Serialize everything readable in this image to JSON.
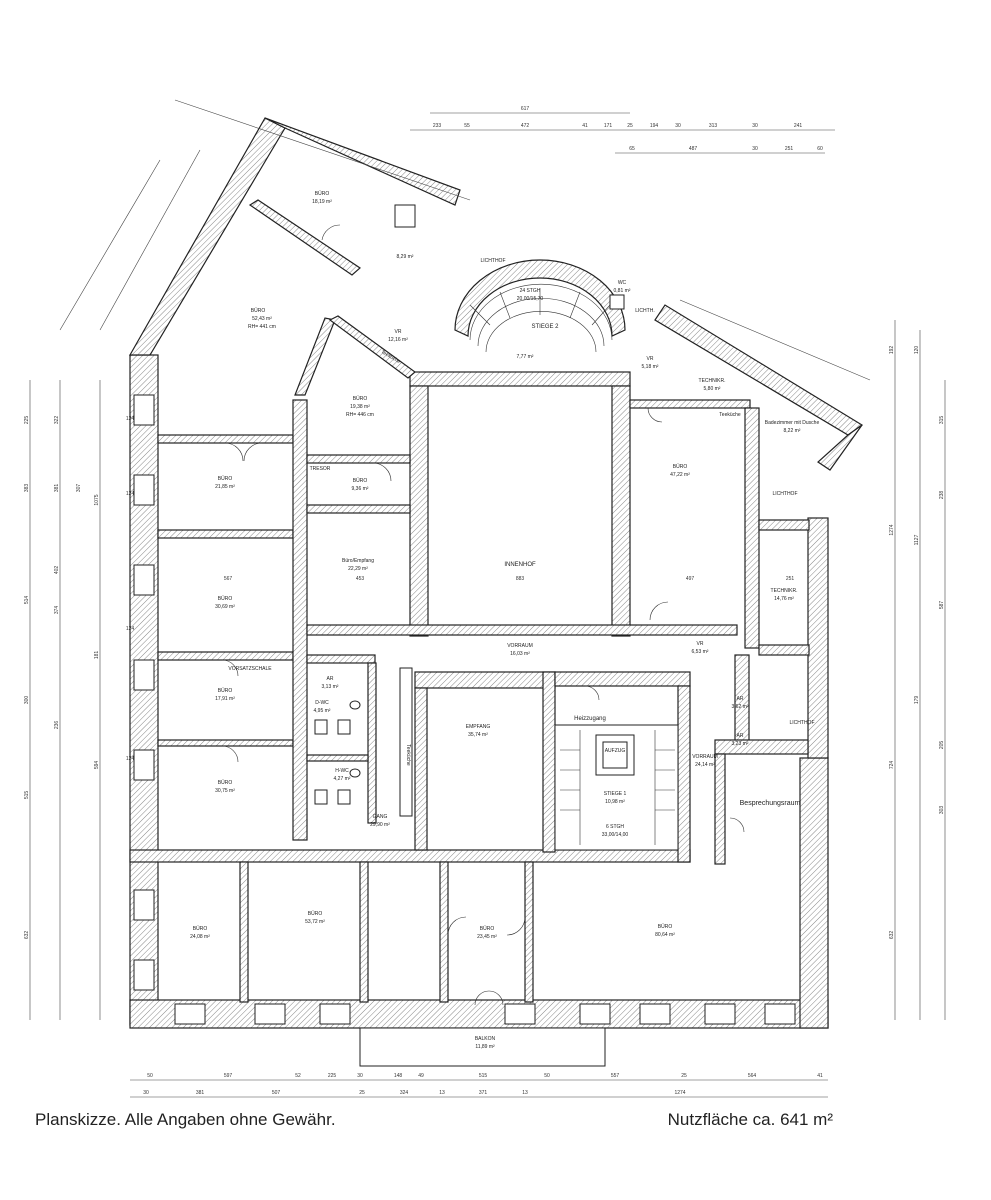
{
  "footer": {
    "disclaimer": "Planskizze. Alle Angaben ohne Gewähr.",
    "area": "Nutzfläche ca. 641 m²"
  },
  "rooms": {
    "buero_top": {
      "name": "BÜRO",
      "area": "18,19 m²"
    },
    "buero_diag": {
      "name": "BÜRO",
      "area": "52,43 m²",
      "note": "RH= 441 cm"
    },
    "dusche_small": {
      "name": "",
      "area": "8,29 m²"
    },
    "lichthof_top": {
      "name": "LICHTHOF"
    },
    "vr_top": {
      "name": "VR",
      "area": "12,16 m²"
    },
    "teekueche_top": {
      "name": "Teeküche"
    },
    "stiege2": {
      "name": "STIEGE 2"
    },
    "stiege2_steps": {
      "name": "24 STGH",
      "note": "20,00/15,70"
    },
    "stiege_landing": {
      "area": "7,77 m²"
    },
    "wc_top": {
      "name": "WC",
      "area": "0,81 m²"
    },
    "lichthof_right": {
      "name": "LICHTH."
    },
    "vr_right": {
      "name": "VR",
      "area": "5,18 m²"
    },
    "technikr_top": {
      "name": "TECHNIKR.",
      "area": "5,80 m²"
    },
    "teekueche_right": {
      "name": "Teeküche"
    },
    "bad_dusche": {
      "name": "Badezimmer mit Dusche",
      "area": "8,22 m²"
    },
    "buero_mid_top": {
      "name": "BÜRO",
      "area": "19,38 m²",
      "note": "RH= 446 cm"
    },
    "tresor": {
      "name": "TRESOR"
    },
    "buero_9": {
      "name": "BÜRO",
      "area": "9,36 m²"
    },
    "buero_21": {
      "name": "BÜRO",
      "area": "21,85 m²"
    },
    "buero_47": {
      "name": "BÜRO",
      "area": "47,22 m²"
    },
    "lichthof_r2": {
      "name": "LICHTHOF"
    },
    "empfang_small": {
      "name": "Büro/Empfang",
      "area": "22,29 m²"
    },
    "innenhof": {
      "name": "INNENHOF"
    },
    "technikr_mid": {
      "name": "TECHNIKR.",
      "area": "14,76 m²"
    },
    "buero_30a": {
      "name": "BÜRO",
      "area": "30,69 m²"
    },
    "vorraum_top": {
      "name": "VORRAUM",
      "area": "16,03 m²"
    },
    "vr_mid": {
      "name": "VR",
      "area": "6,53 m²"
    },
    "ar_left": {
      "name": "AR",
      "area": "3,13 m²"
    },
    "vorraum_label": {
      "name": "VORSATZSCHALE"
    },
    "dwc": {
      "name": "D-WC",
      "area": "4,95 m²"
    },
    "hwc": {
      "name": "H-WC",
      "area": "4,27 m²"
    },
    "buero_17": {
      "name": "BÜRO",
      "area": "17,91 m²"
    },
    "buero_30b": {
      "name": "BÜRO",
      "area": "30,75 m²"
    },
    "empfang": {
      "name": "EMPFANG",
      "area": "35,74 m²"
    },
    "teekueche_mid": {
      "name": "Teeküche"
    },
    "heizlift": {
      "name": "Heizzugang"
    },
    "aufzug": {
      "name": "AUFZUG"
    },
    "stiege1": {
      "name": "STIEGE 1",
      "area": "10,98 m²"
    },
    "stiege1_steps": {
      "name": "6 STGH",
      "note": "33,00/14,00"
    },
    "ar_a": {
      "name": "AR",
      "area": "3,62 m²"
    },
    "ar_b": {
      "name": "AR",
      "area": "3,23 m²"
    },
    "lichthof_r3": {
      "name": "LICHTHOF"
    },
    "vorraum_right": {
      "name": "VORRAUM",
      "area": "24,14 m²"
    },
    "besprechung": {
      "name": "Besprechungsraum"
    },
    "gang": {
      "name": "GANG",
      "area": "29,90 m²"
    },
    "buero_24": {
      "name": "BÜRO",
      "area": "24,08 m²"
    },
    "buero_53": {
      "name": "BÜRO",
      "area": "53,72 m²"
    },
    "buero_23": {
      "name": "BÜRO",
      "area": "23,45 m²"
    },
    "buero_80": {
      "name": "BÜRO",
      "area": "80,64 m²"
    },
    "balkon": {
      "name": "BALKON",
      "area": "11,89 m²"
    }
  },
  "dimensions": {
    "top_row1": [
      "617"
    ],
    "top_row2": [
      "233",
      "55",
      "472",
      "41",
      "171",
      "25",
      "194",
      "30",
      "313",
      "30",
      "241"
    ],
    "top_row3": [
      "65",
      "487",
      "30",
      "251",
      "60"
    ],
    "bottom_row1": [
      "50",
      "597",
      "52",
      "225",
      "30",
      "148",
      "49",
      "515",
      "50",
      "557",
      "25",
      "564",
      "41"
    ],
    "bottom_row2": [
      "30",
      "381",
      "507",
      "25",
      "324",
      "13",
      "371",
      "13",
      "1274"
    ],
    "left_col": [
      "225",
      "322",
      "383",
      "381",
      "307",
      "1075",
      "402",
      "514",
      "374",
      "181",
      "300",
      "236",
      "594",
      "515",
      "632"
    ],
    "right_col": [
      "192",
      "120",
      "315",
      "238",
      "1274",
      "1127",
      "587",
      "179",
      "205",
      "303",
      "724",
      "632"
    ],
    "inner": [
      "567",
      "453",
      "883",
      "497",
      "251",
      "124",
      "124",
      "124",
      "124"
    ]
  }
}
